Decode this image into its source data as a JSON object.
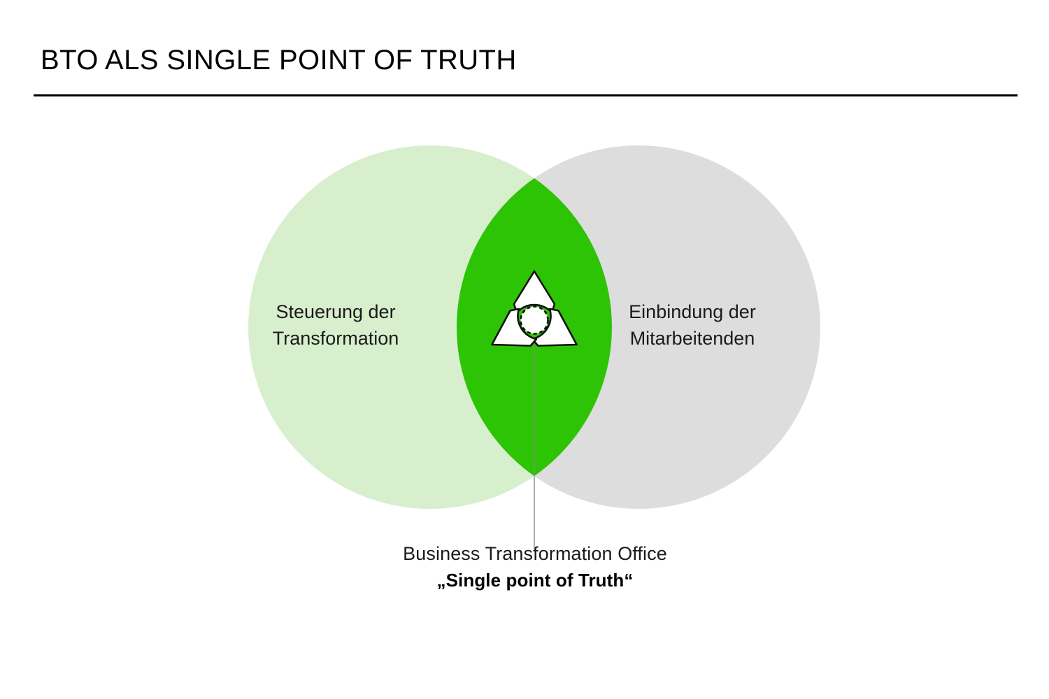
{
  "slide": {
    "title": "BTO ALS SINGLE POINT OF TRUTH"
  },
  "venn": {
    "left_circle": {
      "label_line1": "Steuerung der",
      "label_line2": "Transformation",
      "fill": "#d7efcd"
    },
    "right_circle": {
      "label_line1": "Einbindung der",
      "label_line2": "Mitarbeitenden",
      "fill": "#dddddd"
    },
    "intersection": {
      "fill": "#2dc406",
      "icon": "trefoil-icon"
    }
  },
  "caption": {
    "line1": "Business Transformation Office",
    "line2": "„Single point of Truth“"
  },
  "colors": {
    "accent_green": "#2dc406",
    "light_green": "#d7efcd",
    "light_gray": "#dddddd",
    "text": "#1a1a1a",
    "rule": "#000000",
    "connector": "#8a8a8a"
  }
}
